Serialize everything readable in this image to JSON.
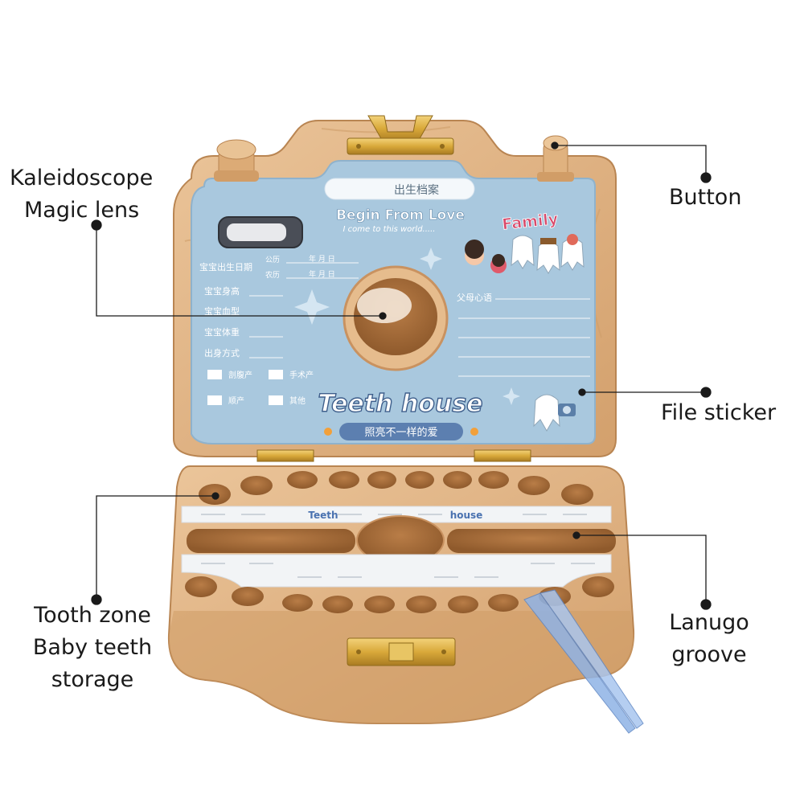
{
  "callouts": {
    "kaleidoscope": {
      "line1": "Kaleidoscope",
      "line2": "Magic lens"
    },
    "button": "Button",
    "file_sticker": "File sticker",
    "tooth_zone": {
      "line1": "Tooth zone",
      "line2": "Baby teeth",
      "line3": "storage"
    },
    "lanugo": {
      "line1": "Lanugo",
      "line2": "groove"
    }
  },
  "lid_card": {
    "archive_title": "出生档案",
    "heading": "Begin From Love",
    "subheading": "I come to this world.....",
    "family_label": "Family",
    "fields": [
      "宝宝出生日期",
      "宝宝身高",
      "宝宝血型",
      "宝宝体重",
      "出身方式"
    ],
    "calendar_solar": "公历",
    "calendar_lunar": "农历",
    "date_format": "年  月  日",
    "birth_options": [
      "剖腹产",
      "手术产",
      "顺产",
      "其他"
    ],
    "parents_message": "父母心语",
    "logo_text": "Teeth house",
    "slogan": "照亮不一样的爱"
  },
  "tray_strip": {
    "left_word": "Teeth",
    "right_word": "house"
  },
  "colors": {
    "wood": "#e2b98c",
    "wood_dark": "#c8935f",
    "card_blue": "#a9c8de",
    "brass": "#d9a93a",
    "tweezers": "#8fb3e6"
  }
}
